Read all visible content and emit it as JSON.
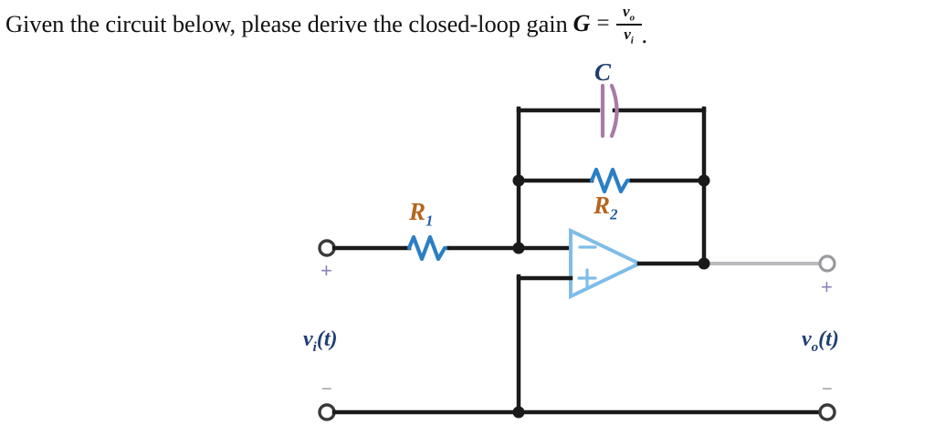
{
  "prompt": {
    "text_before": "Given the circuit below, please derive the closed-loop gain",
    "gain_symbol": "G",
    "equals": "=",
    "numerator": "v",
    "numerator_sub": "o",
    "denominator": "v",
    "denominator_sub": "i",
    "period": "."
  },
  "circuit": {
    "title": "inverting-op-amp-with-feedback-capacitor",
    "components": {
      "capacitor": {
        "label": "C",
        "name": "feedback-capacitor",
        "color": "#a87aa8"
      },
      "resistor_r1": {
        "label_main": "R",
        "label_sub": "1",
        "name": "input-resistor",
        "color": "#2b7fc4"
      },
      "resistor_r2": {
        "label_main": "R",
        "label_sub": "2",
        "name": "feedback-resistor",
        "color": "#2b7fc4"
      },
      "opamp": {
        "name": "operational-amplifier",
        "inverting_input": "−",
        "noninverting_input": "+",
        "color": "#7fbde8"
      }
    },
    "terminals": {
      "input_plus": "+",
      "input_minus": "−",
      "output_plus": "+",
      "output_minus": "−"
    },
    "sources": {
      "input_label_main": "v",
      "input_label_sub": "i",
      "input_label_tail": "(t)",
      "output_label_main": "v",
      "output_label_sub": "o",
      "output_label_tail": "(t)"
    }
  },
  "colors": {
    "wire": "#1a1a1a",
    "wire_light": "#b9b9bd",
    "resistor": "#2b7fc4",
    "capacitor": "#a87aa8",
    "opamp": "#7fbde8",
    "label_blue": "#1f3f73",
    "label_orange": "#b5651d",
    "sign_purple": "#8f7fb8",
    "background": "#ffffff"
  }
}
